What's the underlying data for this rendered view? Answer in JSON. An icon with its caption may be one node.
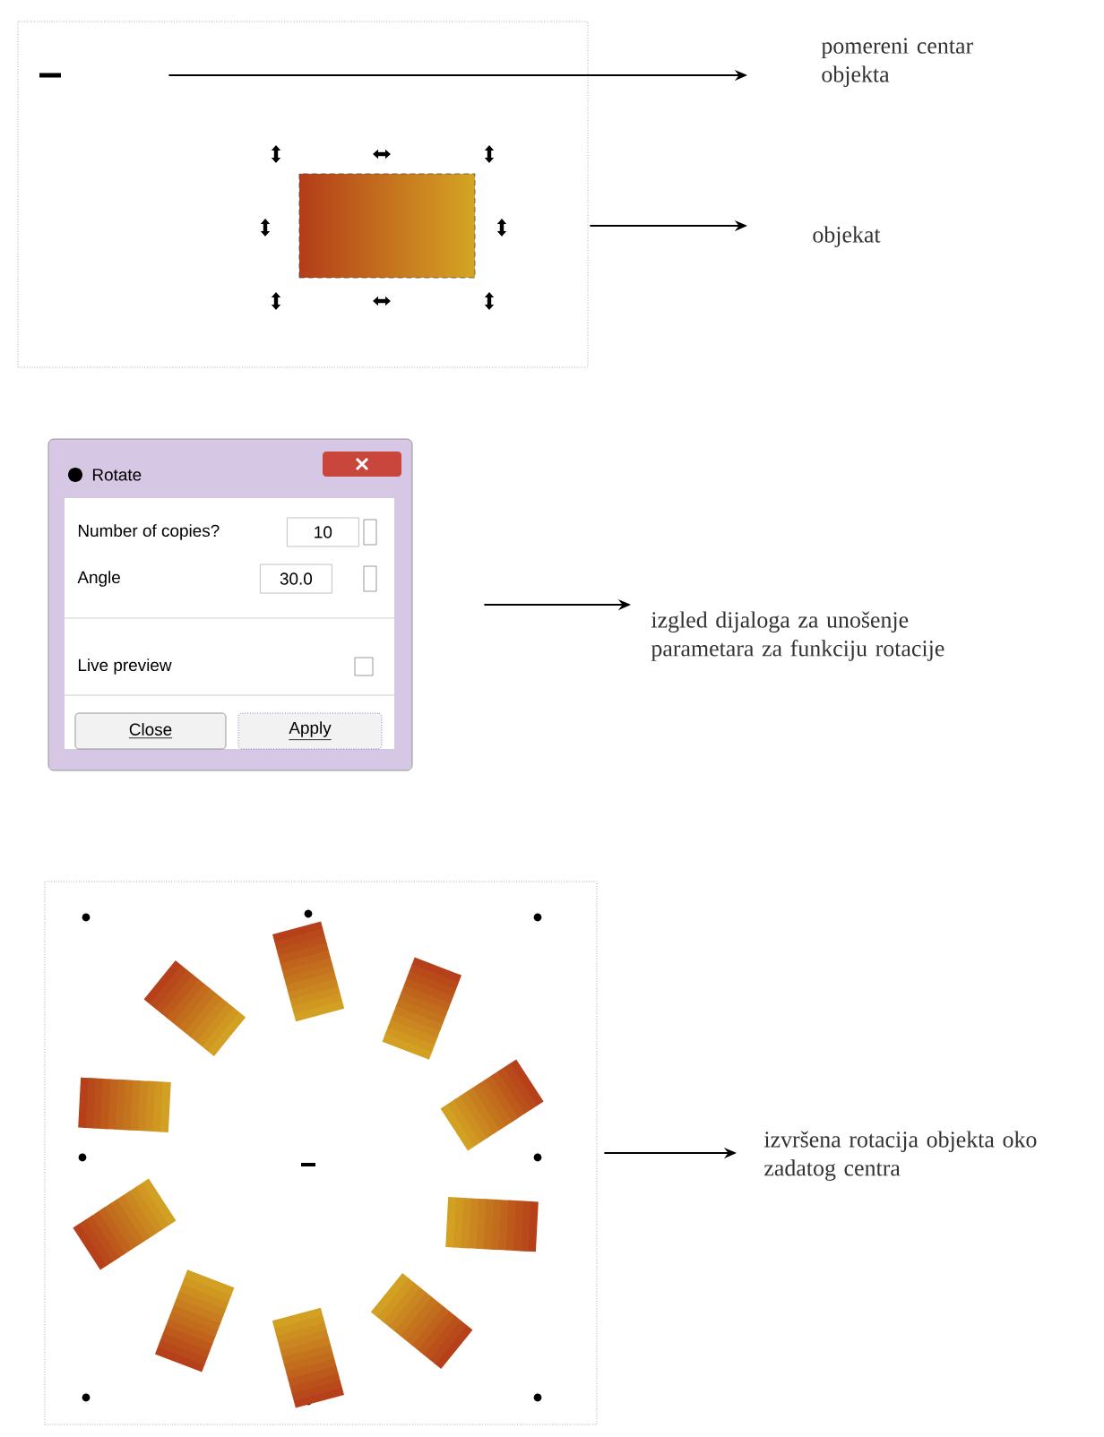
{
  "diagram": {
    "nodes": [
      {
        "text": [],
        "shape": "bar"
      },
      {
        "text": [
          "pomereni centar objekta"
        ]
      },
      {
        "text": [],
        "shape": "box"
      },
      {
        "text": [
          "objekat"
        ]
      },
      {
        "text": [
          "Rotate",
          "Number of copies?",
          "10",
          "Angle",
          "30.0",
          "Live preview",
          "Close",
          "Apply"
        ]
      },
      {
        "text": [
          "izgled dijaloga za unošenje parametara za funkciju rotacije"
        ]
      },
      {
        "text": [],
        "shape": "picture"
      },
      {
        "text": [
          "izvršena rotacija objekta oko zadatog centra"
        ]
      }
    ],
    "edges": [
      {
        "from": 0,
        "to": 1,
        "arrow": "to"
      },
      {
        "from": 2,
        "to": 3,
        "arrow": "to"
      },
      {
        "from": 4,
        "to": 5,
        "arrow": "to"
      },
      {
        "from": 6,
        "to": 7,
        "arrow": "to"
      }
    ]
  }
}
